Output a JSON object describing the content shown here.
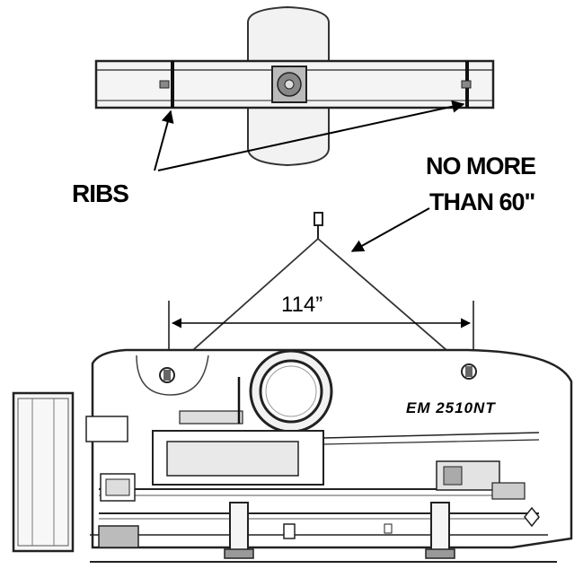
{
  "labels": {
    "ribs": "RIBS",
    "angle_line1": "NO MORE",
    "angle_line2": "THAN 60\"",
    "span": "114”",
    "model": "EM 2510NT"
  },
  "colors": {
    "ink": "#000000",
    "paper": "#ffffff",
    "shade": "#d9d9d9"
  }
}
